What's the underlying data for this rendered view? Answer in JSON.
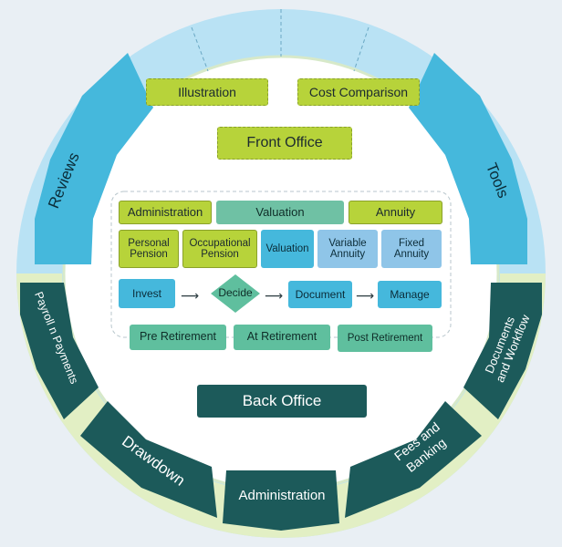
{
  "front": {
    "illustration": "Illustration",
    "cost_comparison": "Cost Comparison",
    "front_office": "Front Office"
  },
  "row1": {
    "administration": "Administration",
    "valuation": "Valuation",
    "annuity": "Annuity"
  },
  "row2": {
    "personal_pension": "Personal Pension",
    "occupational_pension": "Occupational Pension",
    "valuation": "Valuation",
    "variable_annuity": "Variable Annuity",
    "fixed_annuity": "Fixed Annuity"
  },
  "flow": {
    "invest": "Invest",
    "decide": "Decide",
    "document": "Document",
    "manage": "Manage"
  },
  "stages": {
    "pre": "Pre Retirement",
    "at": "At Retirement",
    "post": "Post Retirement"
  },
  "back_office": "Back Office",
  "ring": {
    "reviews": "Reviews",
    "tools": "Tools",
    "payroll": "Payroll n Payments",
    "documents_workflow": "Documents and Workflow",
    "drawdown": "Drawdown",
    "fees_banking": "Fees and Banking",
    "administration": "Administration"
  },
  "colors": {
    "light_ring": "#b7e1f3",
    "segment_blue": "#45b8dc",
    "segment_dark": "#1c5a5a",
    "lime": "#b7d33a",
    "mint": "#5fbf9e"
  }
}
